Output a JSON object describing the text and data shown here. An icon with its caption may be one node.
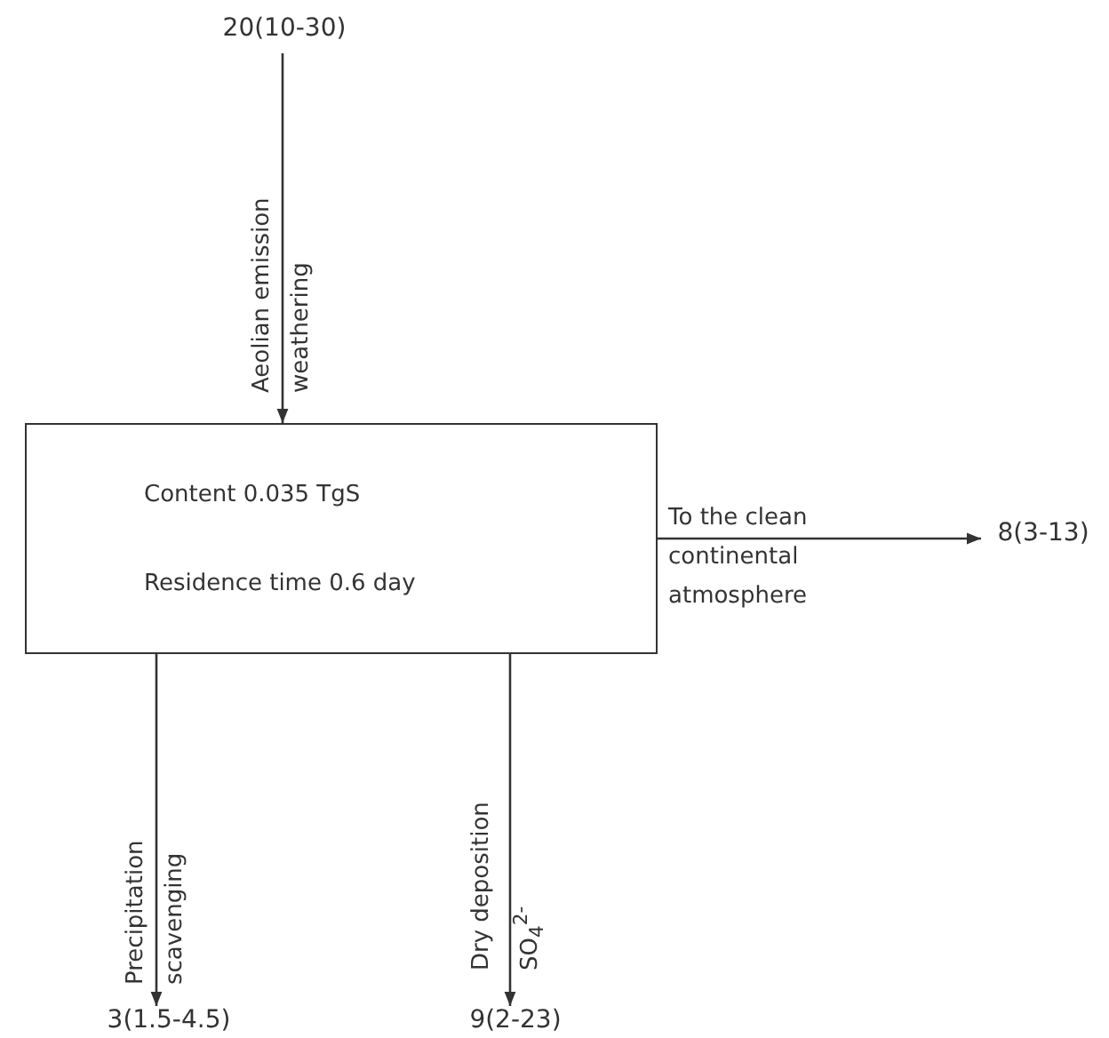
{
  "diagram": {
    "nodes": [
      {
        "text": [
          "Content 0.035 TgS",
          "Residence time 0.6 day"
        ]
      },
      {
        "text": [
          "20(10-30)"
        ]
      },
      {
        "text": [
          "8(3-13)"
        ]
      },
      {
        "text": [
          "3(1.5-4.5)"
        ]
      },
      {
        "text": [
          "9(2-23)"
        ]
      }
    ],
    "edges": [
      {
        "from": 1,
        "to": 0,
        "arrow": "to",
        "label": "Aeolian emission weathering"
      },
      {
        "from": 0,
        "to": 2,
        "arrow": "to",
        "label": "To the clean continental atmosphere"
      },
      {
        "from": 0,
        "to": 3,
        "arrow": "to",
        "label": "Precipitation scavenging"
      },
      {
        "from": 0,
        "to": 4,
        "arrow": "to",
        "label": "Dry deposition SO$_{4}$$^{2-}$"
      }
    ]
  }
}
